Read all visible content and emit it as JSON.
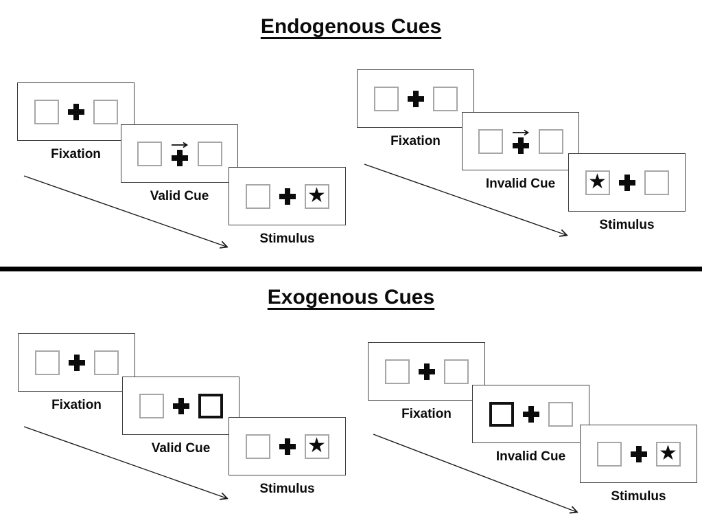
{
  "colors": {
    "background": "#ffffff",
    "panel_border": "#3f3f3f",
    "square_border": "#a6a6a6",
    "cue_square_border": "#111111",
    "ink": "#0b0b0b",
    "divider": "#000000"
  },
  "glyphs": {
    "star": "★"
  },
  "endogenous": {
    "title": "Endogenous Cues",
    "valid": {
      "fixation_label": "Fixation",
      "cue_label": "Valid Cue",
      "stimulus_label": "Stimulus",
      "cue_type": "central-arrow-right",
      "stimulus_side": "right"
    },
    "invalid": {
      "fixation_label": "Fixation",
      "cue_label": "Invalid Cue",
      "stimulus_label": "Stimulus",
      "cue_type": "central-arrow-right",
      "stimulus_side": "left"
    }
  },
  "exogenous": {
    "title": "Exogenous Cues",
    "valid": {
      "fixation_label": "Fixation",
      "cue_label": "Valid Cue",
      "stimulus_label": "Stimulus",
      "cue_type": "peripheral-box-right",
      "stimulus_side": "right"
    },
    "invalid": {
      "fixation_label": "Fixation",
      "cue_label": "Invalid Cue",
      "stimulus_label": "Stimulus",
      "cue_type": "peripheral-box-left",
      "stimulus_side": "right"
    }
  }
}
